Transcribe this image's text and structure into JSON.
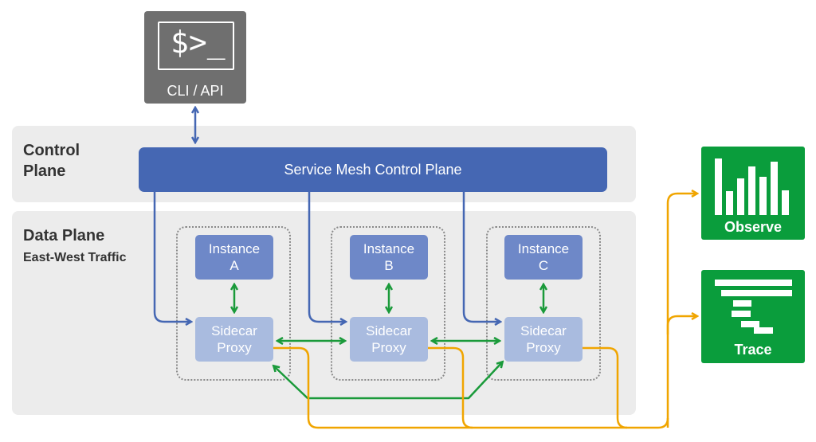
{
  "cli": {
    "prompt": "$>_",
    "label": "CLI / API"
  },
  "control_plane": {
    "band_title": "Control\nPlane",
    "bar_label": "Service Mesh Control Plane"
  },
  "data_plane": {
    "band_title": "Data Plane",
    "subtitle": "East-West Traffic"
  },
  "pods": [
    {
      "instance": "Instance\nA",
      "proxy": "Sidecar\nProxy"
    },
    {
      "instance": "Instance\nB",
      "proxy": "Sidecar\nProxy"
    },
    {
      "instance": "Instance\nC",
      "proxy": "Sidecar\nProxy"
    }
  ],
  "external": {
    "observe_label": "Observe",
    "trace_label": "Trace"
  },
  "colors": {
    "blue": "#4567b3",
    "green": "#1a9a3a",
    "orange": "#f0a500",
    "grey": "#6f6f6f"
  }
}
